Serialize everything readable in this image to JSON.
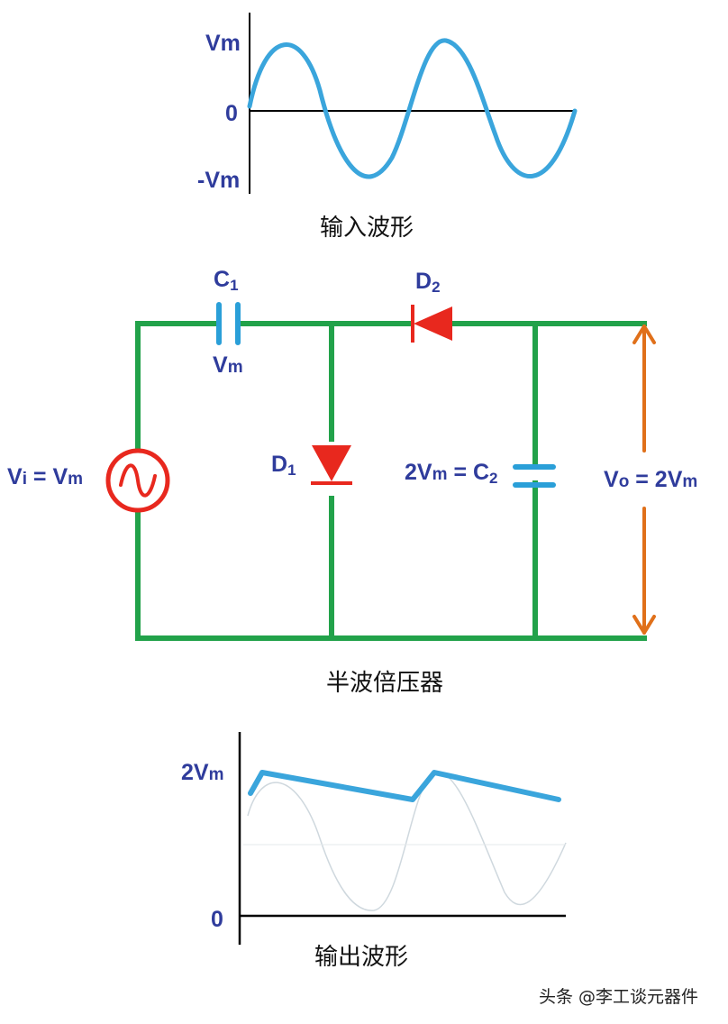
{
  "input_wave": {
    "label_top": "Vm",
    "label_zero": "0",
    "label_bottom": "-Vm",
    "caption": "输入波形"
  },
  "circuit": {
    "c1_label": "C",
    "c1_sub": "1",
    "c1_voltage_main": "V",
    "c1_voltage_sub": "m",
    "d2_label": "D",
    "d2_sub": "2",
    "d1_label": "D",
    "d1_sub": "1",
    "vi_main": "V",
    "vi_sub": "i",
    "vi_eq": " = V",
    "vi_m": "m",
    "c2_main": "2V",
    "c2_m": "m",
    "c2_eq": " = C",
    "c2_sub": "2",
    "vo_main": "V",
    "vo_sub": "o",
    "vo_eq": " =  2V",
    "vo_m": "m",
    "caption": "半波倍压器"
  },
  "output_wave": {
    "label_top_main": "2V",
    "label_top_sub": "m",
    "label_zero": "0",
    "caption": "输出波形"
  },
  "watermark": {
    "text": "头条 @李工谈元器件"
  },
  "colors": {
    "wire": "#22a24a",
    "diode": "#e8281e",
    "capacitor": "#2a9fd8",
    "arrow": "#e0701a",
    "label": "#2f3c9c",
    "wave": "#3aa5dc"
  }
}
